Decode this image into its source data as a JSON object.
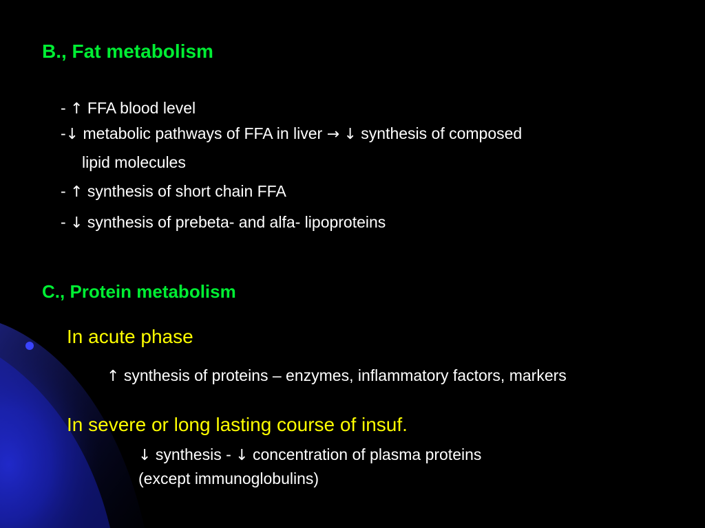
{
  "slide": {
    "colors": {
      "background": "#000000",
      "heading": "#00ee33",
      "body": "#ffffff",
      "subheading": "#ffff00",
      "swoosh": "#1a24c8"
    },
    "fat": {
      "heading": "B., Fat metabolism",
      "line1": {
        "prefix": "- ",
        "arrow": "↑",
        "text": " FFA blood level"
      },
      "line2": {
        "prefix": "-",
        "arrow": "↓",
        "text": " metabolic pathways of FFA in liver ",
        "arrow2": "→",
        "space": " ",
        "arrow3": "↓",
        "text2": " synthesis of composed"
      },
      "line2b": "lipid molecules",
      "line3": {
        "prefix": "- ",
        "arrow": "↑",
        "text": " synthesis of short chain FFA"
      },
      "line4": {
        "prefix": "- ",
        "arrow": "↓",
        "text": " synthesis of prebeta- and  alfa- lipoproteins"
      }
    },
    "protein": {
      "heading": "C., Protein metabolism",
      "acute": {
        "label": "In acute phase",
        "arrow": "↑",
        "text": " synthesis of proteins – enzymes, inflammatory factors, markers"
      },
      "severe": {
        "label": "In severe or long lasting course of insuf.",
        "arrow": "↓",
        "text": " synthesis -  ",
        "arrow2": "↓",
        "text2": " concentration of plasma proteins",
        "line2": "(except immunoglobulins)"
      }
    }
  }
}
